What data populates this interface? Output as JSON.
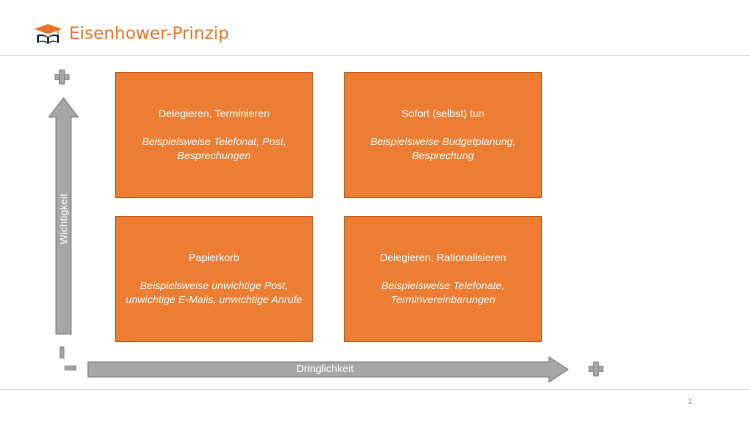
{
  "header": {
    "title": "Eisenhower-Prinzip",
    "logo_icon": "book-graduation-cap-icon"
  },
  "matrix": {
    "top_left": {
      "title": "Delegieren, Terminieren",
      "example": "Beispielsweise Telefonat, Post, Besprechungen"
    },
    "top_right": {
      "title": "Sofort (selbst) tun",
      "example": "Beispielsweise Budgetplanung, Besprechung"
    },
    "bottom_left": {
      "title": "Papierkorb",
      "example": "Beispielsweise unwichtige Post, unwichtige E-Mails, unwichtige Anrufe"
    },
    "bottom_right": {
      "title": "Delegieren, Rationalisieren",
      "example": "Beispielsweise Telefonate, Terminvereinbarungen"
    }
  },
  "axes": {
    "x_label": "Dringlichkeit",
    "y_label": "Wichtigkeit",
    "x_high_icon": "plus-icon",
    "y_high_icon": "plus-icon",
    "low_icon": "minus-icon"
  },
  "footer": {
    "page_number": "1"
  },
  "colors": {
    "accent": "#e8732a",
    "quadrant": "#ee7d34",
    "arrow": "#a6a6a6"
  }
}
